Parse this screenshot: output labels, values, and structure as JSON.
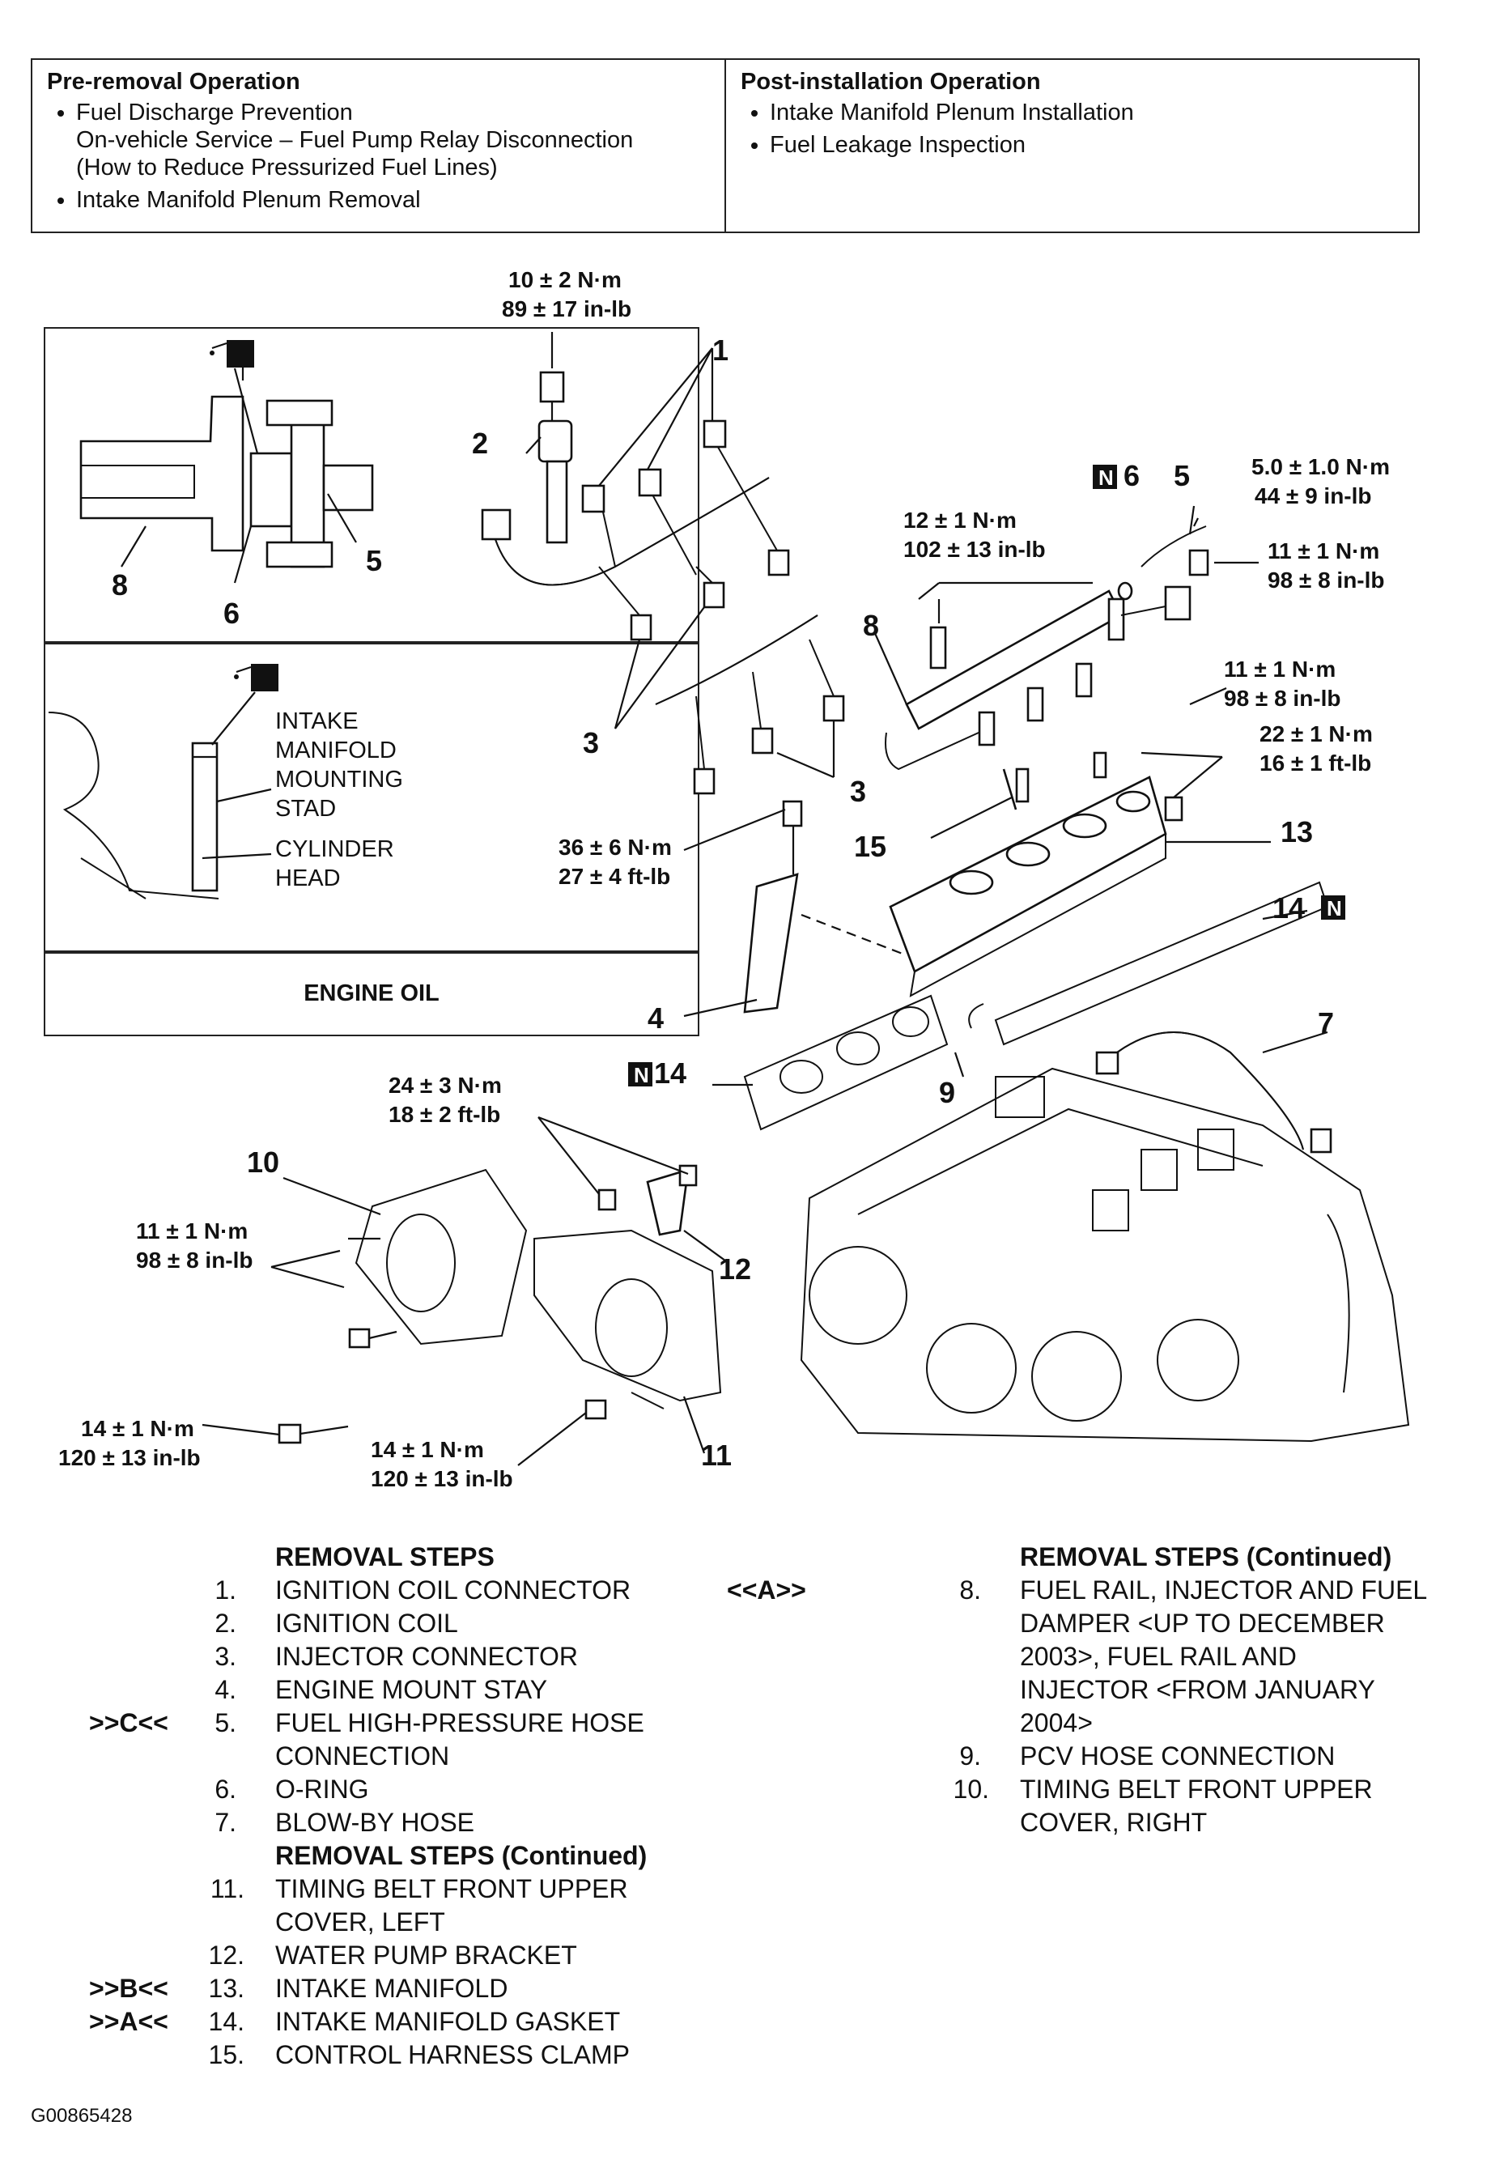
{
  "operations": {
    "pre_header": "Pre-removal Operation",
    "pre_items": [
      {
        "main": "Fuel Discharge Prevention",
        "sub1": "On-vehicle Service – Fuel Pump Relay Disconnection",
        "sub2": "(How to Reduce Pressurized Fuel Lines)"
      },
      {
        "main": "Intake Manifold Plenum Removal",
        "sub1": "",
        "sub2": ""
      }
    ],
    "post_header": "Post-installation Operation",
    "post_items": [
      "Intake Manifold Plenum Installation",
      "Fuel Leakage Inspection"
    ]
  },
  "inset": {
    "labels": {
      "n8": "8",
      "n6": "6",
      "n5": "5",
      "intake_l1": "INTAKE",
      "intake_l2": "MANIFOLD",
      "intake_l3": "MOUNTING",
      "intake_l4": "STAD",
      "cyl_l1": "CYLINDER",
      "cyl_l2": "HEAD"
    },
    "engine_oil": "ENGINE OIL"
  },
  "torques": {
    "t_top_a": "10 ± 2 N·m",
    "t_top_b": "89 ± 17 in-lb",
    "t_12a": "12 ± 1 N·m",
    "t_12b": "102 ± 13 in-lb",
    "t_5a": "5.0 ± 1.0 N·m",
    "t_5b": "44 ± 9 in-lb",
    "t_11a": "11 ± 1 N·m",
    "t_11b": "98 ± 8 in-lb",
    "t_11c": "11 ± 1 N·m",
    "t_11d": "98 ± 8 in-lb",
    "t_22a": "22 ± 1 N·m",
    "t_22b": "16 ± 1 ft-lb",
    "t_36a": "36 ± 6 N·m",
    "t_36b": "27 ± 4 ft-lb",
    "t_24a": "24 ± 3 N·m",
    "t_24b": "18 ± 2 ft-lb",
    "t_11e": "11 ± 1 N·m",
    "t_11f": "98 ± 8 in-lb",
    "t_14a": "14 ± 1 N·m",
    "t_14b": "120 ± 13 in-lb",
    "t_14c": "14 ± 1 N·m",
    "t_14d": "120 ± 13 in-lb"
  },
  "callouts": {
    "c1": "1",
    "c2": "2",
    "c3a": "3",
    "c3b": "3",
    "c4": "4",
    "c5": "5",
    "c6": "6",
    "c7": "7",
    "c8": "8",
    "c9": "9",
    "c10": "10",
    "c11": "11",
    "c12": "12",
    "c13": "13",
    "c14a": "14",
    "c14b": "14",
    "c15": "15",
    "n_mark": "N"
  },
  "removal_steps": {
    "header_1": "REMOVAL STEPS",
    "header_2": "REMOVAL STEPS (Continued)",
    "header_3": "REMOVAL STEPS (Continued)",
    "left": [
      {
        "num": "1.",
        "tag": "",
        "line1": "IGNITION COIL CONNECTOR",
        "line2": ""
      },
      {
        "num": "2.",
        "tag": "",
        "line1": "IGNITION COIL",
        "line2": ""
      },
      {
        "num": "3.",
        "tag": "",
        "line1": "INJECTOR CONNECTOR",
        "line2": ""
      },
      {
        "num": "4.",
        "tag": "",
        "line1": "ENGINE MOUNT STAY",
        "line2": ""
      },
      {
        "num": "5.",
        "tag": ">>C<<",
        "line1": "FUEL HIGH-PRESSURE HOSE",
        "line2": "CONNECTION"
      },
      {
        "num": "6.",
        "tag": "",
        "line1": "O-RING",
        "line2": ""
      },
      {
        "num": "7.",
        "tag": "",
        "line1": "BLOW-BY HOSE",
        "line2": ""
      }
    ],
    "left_cont": [
      {
        "num": "11.",
        "tag": "",
        "line1": "TIMING BELT FRONT UPPER",
        "line2": "COVER, LEFT"
      },
      {
        "num": "12.",
        "tag": "",
        "line1": "WATER PUMP BRACKET",
        "line2": ""
      },
      {
        "num": "13.",
        "tag": ">>B<<",
        "line1": "INTAKE MANIFOLD",
        "line2": ""
      },
      {
        "num": "14.",
        "tag": ">>A<<",
        "line1": "INTAKE MANIFOLD GASKET",
        "line2": ""
      },
      {
        "num": "15.",
        "tag": "",
        "line1": "CONTROL HARNESS CLAMP",
        "line2": ""
      }
    ],
    "right": [
      {
        "num": "8.",
        "tag": "<<A>>",
        "lines": [
          "FUEL RAIL, INJECTOR AND FUEL",
          "DAMPER <UP TO DECEMBER",
          "2003>, FUEL RAIL AND",
          "INJECTOR <FROM JANUARY",
          "2004>"
        ]
      },
      {
        "num": "9.",
        "tag": "",
        "lines": [
          "PCV HOSE CONNECTION"
        ]
      },
      {
        "num": "10.",
        "tag": "",
        "lines": [
          "TIMING BELT FRONT UPPER",
          "COVER, RIGHT"
        ]
      }
    ]
  },
  "figure_id": "G00865428"
}
